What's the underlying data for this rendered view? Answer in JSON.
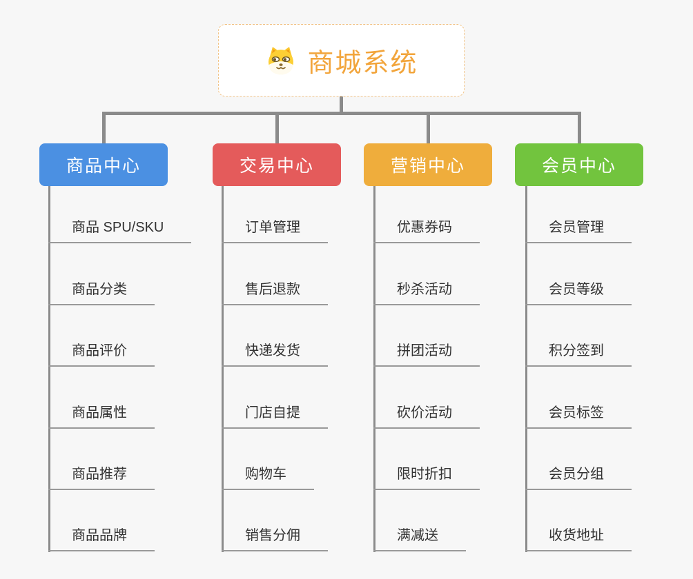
{
  "root": {
    "title": "商城系统",
    "icon": "dog-icon"
  },
  "branches": [
    {
      "label": "商品中心",
      "color": "#4b90e2",
      "items": [
        "商品 SPU/SKU",
        "商品分类",
        "商品评价",
        "商品属性",
        "商品推荐",
        "商品品牌"
      ]
    },
    {
      "label": "交易中心",
      "color": "#e45b5b",
      "items": [
        "订单管理",
        "售后退款",
        "快递发货",
        "门店自提",
        "购物车",
        "销售分佣"
      ]
    },
    {
      "label": "营销中心",
      "color": "#efad3c",
      "items": [
        "优惠券码",
        "秒杀活动",
        "拼团活动",
        "砍价活动",
        "限时折扣",
        "满减送"
      ]
    },
    {
      "label": "会员中心",
      "color": "#72c43e",
      "items": [
        "会员管理",
        "会员等级",
        "积分签到",
        "会员标签",
        "会员分组",
        "收货地址"
      ]
    }
  ],
  "colors": {
    "background": "#f7f7f7",
    "connector": "#8b8b8b",
    "underline": "#999999",
    "item_text": "#333333",
    "root_text": "#f2a53c",
    "root_border": "#f2c488"
  }
}
